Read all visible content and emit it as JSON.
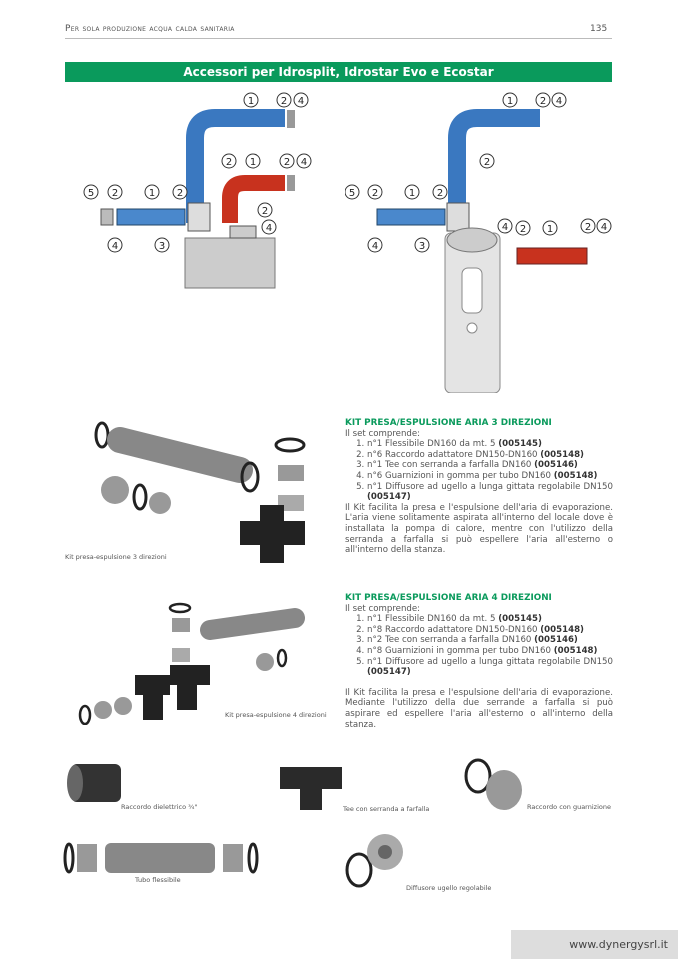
{
  "header": {
    "title": "Per sola produzione acqua calda sanitaria",
    "page_number": "135"
  },
  "banner": "Accessori per Idrosplit, Idrostar Evo e Ecostar",
  "callouts": [
    "1",
    "2",
    "3",
    "4",
    "5"
  ],
  "kit3": {
    "title": "KIT PRESA/ESPULSIONE ARIA 3 DIREZIONI",
    "intro": "Il set comprende:",
    "items": [
      {
        "text": "n°1 Flessibile DN160 da mt. 5 ",
        "code": "(005145)"
      },
      {
        "text": "n°6 Raccordo adattatore DN150-DN160 ",
        "code": "(005148)"
      },
      {
        "text": "n°1 Tee con serranda a farfalla DN160 ",
        "code": "(005146)"
      },
      {
        "text": "n°6 Guarnizioni in gomma per tubo DN160 ",
        "code": "(005148)"
      },
      {
        "text": "n°1 Diffusore ad ugello a lunga gittata regolabile DN150 ",
        "code": "(005147)"
      }
    ],
    "description": "Il Kit facilita la presa e l'espulsione dell'aria di evaporazione. L'aria viene solitamente aspirata all'interno del locale dove è installata la pompa di calore, mentre con l'utilizzo della serranda a farfalla si può espellere l'aria all'esterno o all'interno della stanza.",
    "caption": "Kit presa-espulsione 3 direzioni"
  },
  "kit4": {
    "title": "KIT PRESA/ESPULSIONE ARIA 4 DIREZIONI",
    "intro": "Il set comprende:",
    "items": [
      {
        "text": "n°1 Flessibile DN160 da mt. 5 ",
        "code": "(005145)"
      },
      {
        "text": "n°8 Raccordo adattatore DN150-DN160 ",
        "code": "(005148)"
      },
      {
        "text": "n°2 Tee con serranda a farfalla DN160 ",
        "code": "(005146)"
      },
      {
        "text": "n°8 Guarnizioni in gomma per tubo DN160 ",
        "code": "(005148)"
      },
      {
        "text": "n°1 Diffusore ad ugello a lunga gittata regolabile DN150 ",
        "code": "(005147)"
      }
    ],
    "description": "Il Kit facilita la presa e l'espulsione dell'aria di evaporazione. Mediante l'utilizzo della due serrande a farfalla si può aspirare ed espellere l'aria all'esterno o all'interno della stanza.",
    "caption": "Kit presa-espulsione 4 direzioni"
  },
  "parts": {
    "raccordo_dielettrico": "Raccordo dielettrico ¾\"",
    "tee": "Tee con serranda a farfalla",
    "raccordo_guarnizione": "Raccordo con guarnizione",
    "tubo": "Tubo flessibile",
    "diffusore": "Diffusore ugello regolabile"
  },
  "footer": "www.dynergysrl.it"
}
